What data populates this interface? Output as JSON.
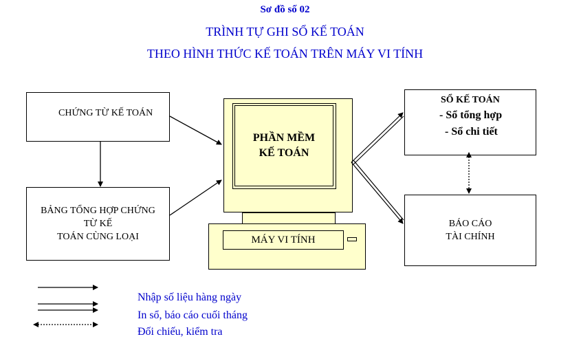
{
  "title": {
    "line1": "Sơ đồ số 02",
    "line2": "TRÌNH TỰ GHI SỔ KẾ TOÁN",
    "line3": "THEO HÌNH THỨC KẾ TOÁN TRÊN MÁY VI TÍNH"
  },
  "boxes": {
    "chung_tu": "CHỨNG TỪ KẾ TOÁN",
    "bang_tong_hop": [
      "BẢNG TỔNG HỢP CHỨNG",
      "TỪ KẾ",
      "TOÁN CÙNG LOẠI"
    ],
    "phan_mem": [
      "PHẦN MỀM",
      "KẾ TOÁN"
    ],
    "may_vi_tinh": "MÁY VI TÍNH",
    "so_ke_toan": {
      "heading": "SỔ KẾ TOÁN",
      "items": [
        "- Sổ tổng hợp",
        "- Sổ chi tiết"
      ]
    },
    "bao_cao": [
      "BÁO CÁO",
      "TÀI CHÍNH"
    ]
  },
  "legend": [
    {
      "label": "Nhập số liệu  hàng ngày",
      "style": "single-arrow"
    },
    {
      "label": "In sổ, báo cáo cuối tháng",
      "style": "double-line-arrow"
    },
    {
      "label": "Đối chiếu, kiểm tra",
      "style": "double-headed-arrow"
    }
  ],
  "colors": {
    "title": "#0000cc",
    "legend": "#0000cc",
    "computer_fill": "#ffffcc",
    "stroke": "#000000"
  }
}
